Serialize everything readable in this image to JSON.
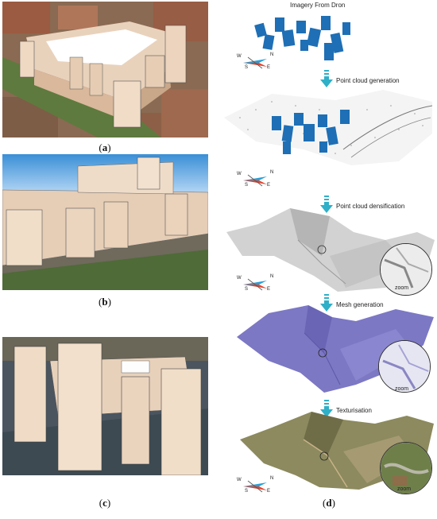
{
  "captions": {
    "a": "a",
    "b": "b",
    "c": "c",
    "d": "d"
  },
  "steps": {
    "top": "Imagery From Dron",
    "s1": "Point cloud generation",
    "s2": "Point cloud densification",
    "s3": "Mesh generation",
    "s4": "Texturisation"
  },
  "zoom_label": "zoom",
  "compass": {
    "w": "W",
    "n": "N",
    "s": "S",
    "e": "E"
  },
  "colors": {
    "camera_blue": "#1e6fb5",
    "arrow_teal": "#2fb0c8",
    "mesh_purple": "#7c78c4",
    "wall_beige": "#e8cdb4"
  }
}
